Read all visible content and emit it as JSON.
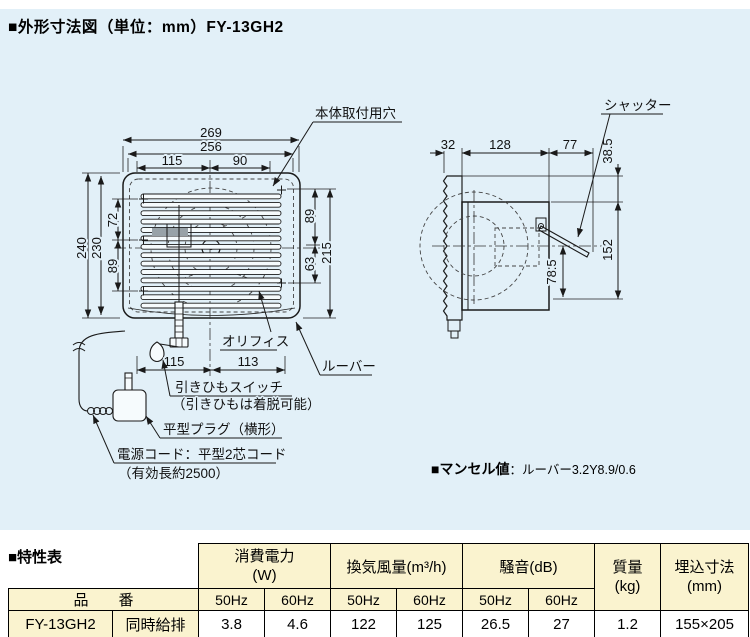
{
  "title": "■外形寸法図（単位：mm）FY-13GH2",
  "colors": {
    "diagram_bg": "#e2f0f8",
    "table_header_bg": "#faf3cf",
    "line": "#1a1a1a"
  },
  "diagram": {
    "front_view": {
      "dims": {
        "overall_width": "269",
        "mounting_width": "256",
        "hole_span_left": "115",
        "hole_span_right": "90",
        "overall_height": "240",
        "mounting_height": "230",
        "upper_hole_span": "72",
        "lower_hole_span": "89",
        "right_upper_span": "89",
        "opening_height": "215",
        "right_lower_span": "63",
        "bottom_span_left": "115",
        "bottom_span_right": "113"
      },
      "labels": {
        "mounting_hole": "本体取付用穴",
        "orifice": "オリフィス",
        "louver": "ルーバー",
        "pull_cord_switch": "引きひもスイッチ",
        "pull_cord_note": "（引きひもは着脱可能）",
        "plug": "平型プラグ（横形）",
        "power_cord": "電源コード：平型2芯コード",
        "power_cord_length": "（有効長約2500）"
      }
    },
    "side_view": {
      "dims": {
        "louver_depth": "32",
        "body_depth": "128",
        "shutter_extension": "77",
        "top_offset": "38.5",
        "opening_height": "152",
        "center_to_bottom": "78.5"
      },
      "labels": {
        "shutter": "シャッター"
      }
    },
    "munsell": {
      "label": "■マンセル値",
      "value": "：ルーバー3.2Y8.9/0.6"
    }
  },
  "spec_table": {
    "section_title": "■特性表",
    "product_header": "品　　番",
    "groups": {
      "power": {
        "label": "消費電力",
        "unit": "(W)"
      },
      "airflow": {
        "label": "換気風量(m³/h)"
      },
      "noise": {
        "label": "騒音(dB)"
      },
      "mass": {
        "label": "質量",
        "unit": "(kg)"
      },
      "embed": {
        "label": "埋込寸法",
        "unit": "(mm)"
      }
    },
    "hz": {
      "h50": "50Hz",
      "h60": "60Hz"
    },
    "row": {
      "model": "FY-13GH2",
      "vent_type": "同時給排",
      "power_50": "3.8",
      "power_60": "4.6",
      "airflow_50": "122",
      "airflow_60": "125",
      "noise_50": "26.5",
      "noise_60": "27",
      "mass": "1.2",
      "embed_size": "155×205"
    }
  }
}
